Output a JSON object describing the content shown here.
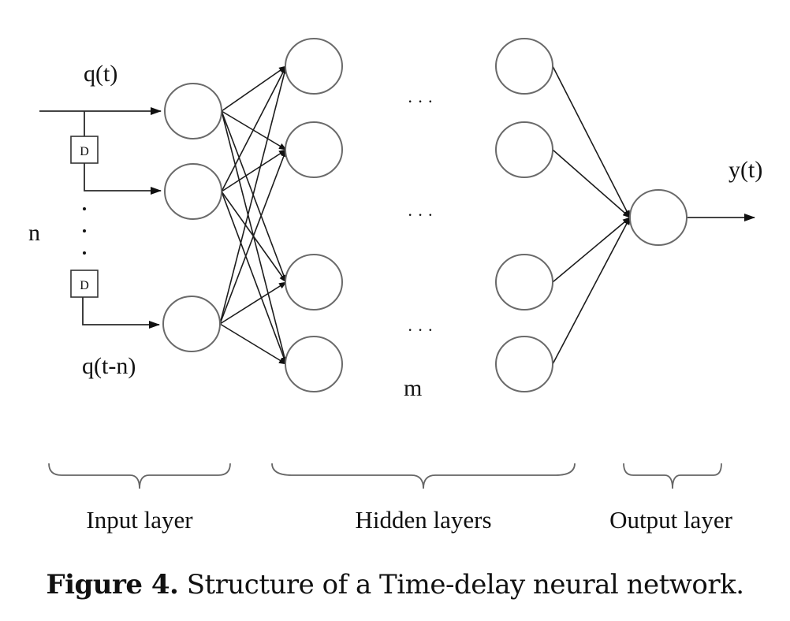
{
  "figure": {
    "labels": {
      "input_top": "q(t)",
      "input_bottom": "q(t-n)",
      "n_label": "n",
      "m_label": "m",
      "output": "y(t)",
      "delay": "D"
    },
    "layers": {
      "input": "Input layer",
      "hidden": "Hidden layers",
      "output": "Output layer"
    },
    "ellipsis": "· · ·",
    "structure": {
      "input_neurons": 3,
      "hidden_columns_shown": 2,
      "hidden_neurons_per_column": 4,
      "output_neurons": 1,
      "delay_units_shown": 2
    }
  },
  "caption": {
    "label": "Figure 4.",
    "text": "Structure of a Time-delay neural network."
  }
}
